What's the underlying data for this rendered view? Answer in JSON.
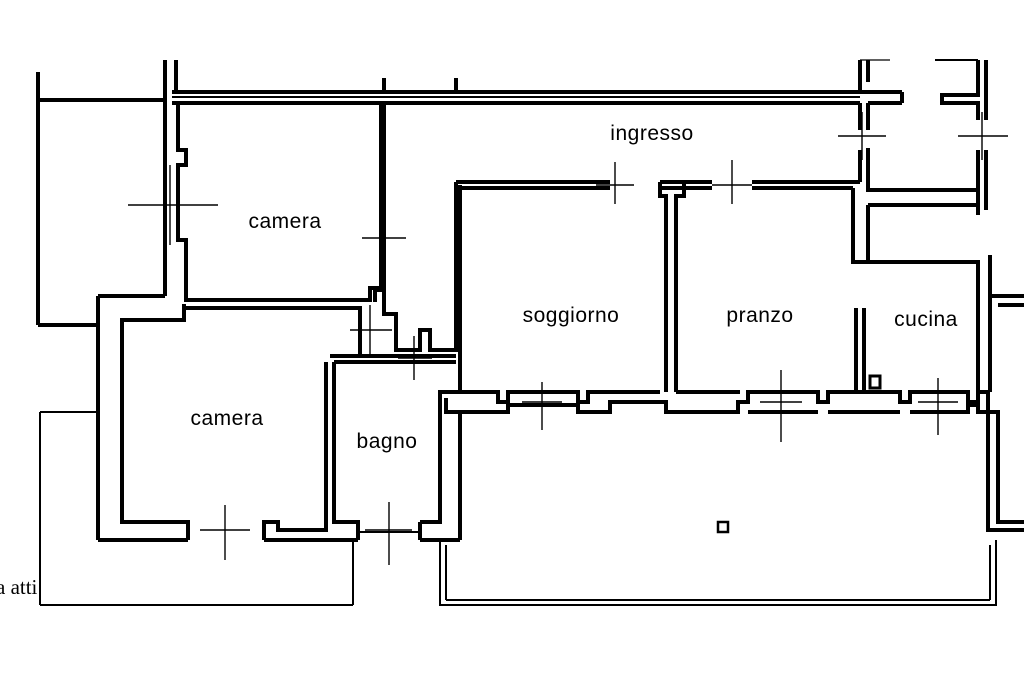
{
  "plan": {
    "rooms": [
      {
        "id": "ingresso",
        "label": "ingresso"
      },
      {
        "id": "camera-top",
        "label": "camera"
      },
      {
        "id": "camera-bottom",
        "label": "camera"
      },
      {
        "id": "bagno",
        "label": "bagno"
      },
      {
        "id": "soggiorno",
        "label": "soggiorno"
      },
      {
        "id": "pranzo",
        "label": "pranzo"
      },
      {
        "id": "cucina",
        "label": "cucina"
      }
    ],
    "corner_text": "a atti"
  }
}
